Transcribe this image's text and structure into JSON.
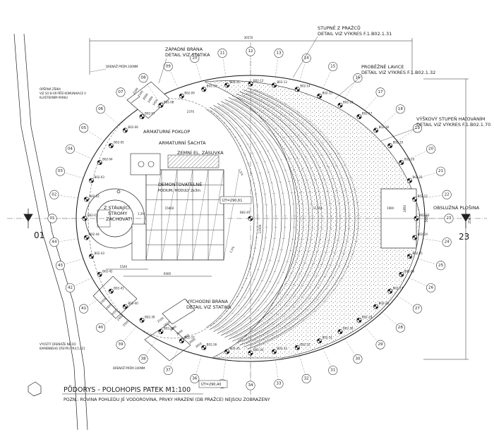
{
  "labels": {
    "zapadni_brana": [
      "ZÁPADNÍ BRÁNA",
      "DETAIL VIZ STATIKA"
    ],
    "stupne": [
      "STUPNĚ Z PRAŽCŮ",
      "DETAIL VIZ VÝKRES F.1.B02.1.31"
    ],
    "probezne": [
      "PROBĚŽNÉ LAVICE",
      "DETAIL VIZ VÝKRES F.1.B02.1.32"
    ],
    "vyskovy": [
      "VÝŠKOVÝ STUPEŇ HAťOVÁNÍM",
      "DETAIL VIZ VÝKRES F.1.B02.1.70"
    ],
    "armaturni_poklop": "ARMATURNÍ POKLOP",
    "armaturni_sachta": "ARMATURNÍ ŠACHTA",
    "zemni": "ZEMNÍ EL. ZÁSUVKA",
    "demontovatelne": [
      "DEMONTOVATELNÉ",
      "PODIUM, MODULY 2x3m"
    ],
    "stromy": [
      "Z STÁVAJÍCÍ",
      "STROMY",
      "ZACHOVAT!"
    ],
    "obsluzna": "OBSLUŽNÁ PLOŠINA",
    "vychodni": [
      "VÝCHODNÍ BRÁNA",
      "DETAIL VIZ STATIKA"
    ],
    "operna": [
      "OPĚRNÁ ZÍDKA",
      "VIZ SO B-09 PĚŠÍ KOMUNIKACE V",
      "KLÁŠTERNÍM PARKU"
    ],
    "vyustit": [
      "VYÚSTIT DRENÁŽE NE DO",
      "KAMENNÉHO ZÁSYPU PR4,5;321"
    ],
    "drenaz": [
      "DRENÁŽ PRŮM.100MM",
      "DRENÁŽ PRŮM.100MM"
    ]
  },
  "elevations": [
    "ÚT=290,61",
    "ÚT=290,40"
  ],
  "dimensions": {
    "top": "30570",
    "right": "25800",
    "width_mid": "15860",
    "width_right": "11740",
    "platform": "1900",
    "platform_h": "2850",
    "right_offset": "5600",
    "bottom1": "5540",
    "bottom2": "6000",
    "slope1": "1,5%",
    "slope2": "1,5%",
    "slope3": "1,3%",
    "center_v": "2370",
    "center_v2": "11500",
    "gate_west": [
      "2100",
      "2340",
      "2000",
      "2400",
      "1450",
      "1360"
    ],
    "gate_east": [
      "2100",
      "1850",
      "2000",
      "2400",
      "1450",
      "2000",
      "3050"
    ],
    "gate_sw": [
      "2000",
      "2400",
      "3050",
      "2400",
      "3500"
    ]
  },
  "axes": [
    "01",
    "02",
    "03",
    "04",
    "05",
    "06",
    "07",
    "08",
    "09",
    "10",
    "11",
    "12",
    "13",
    "14",
    "15",
    "16",
    "17",
    "18",
    "19",
    "20",
    "21",
    "22",
    "23",
    "24",
    "25",
    "26",
    "27",
    "28",
    "29",
    "30",
    "31",
    "32",
    "33",
    "34",
    "35",
    "36",
    "37",
    "38",
    "39",
    "40",
    "41",
    "42",
    "43",
    "44"
  ],
  "axis_big": [
    "01",
    "23"
  ],
  "points": [
    "B02-01",
    "B02-02",
    "B02-03",
    "B02-04",
    "B02-05",
    "B02-06",
    "B02-07",
    "B02-08",
    "B02-09",
    "B02-10",
    "B02-11",
    "B02-12",
    "B02-13",
    "B02-14",
    "B02-15",
    "B02-16",
    "B02-17",
    "B02-18",
    "B02-19",
    "B02-20",
    "B02-21",
    "B02-22",
    "B02-23",
    "B02-24",
    "B02-25",
    "B02-26",
    "B02-27",
    "B02-28",
    "B02-29",
    "B02-30",
    "B02-31",
    "B02-32",
    "B02-33",
    "B02-34",
    "B02-35",
    "B02-36",
    "B02-37",
    "B02-38",
    "B02-39",
    "B02-40",
    "B02-41",
    "B02-42",
    "B02-43",
    "B02-44",
    "B02-45"
  ],
  "title": {
    "main": "PŮDORYS - POLOHOPIS PATEK M1:100",
    "note": "POZN.: ROVINA POHLEDU JE VODOROVINA, PRVKY HRAZENÍ (DB PRAŽCE) NEJSOU ZOBRAZENY"
  }
}
